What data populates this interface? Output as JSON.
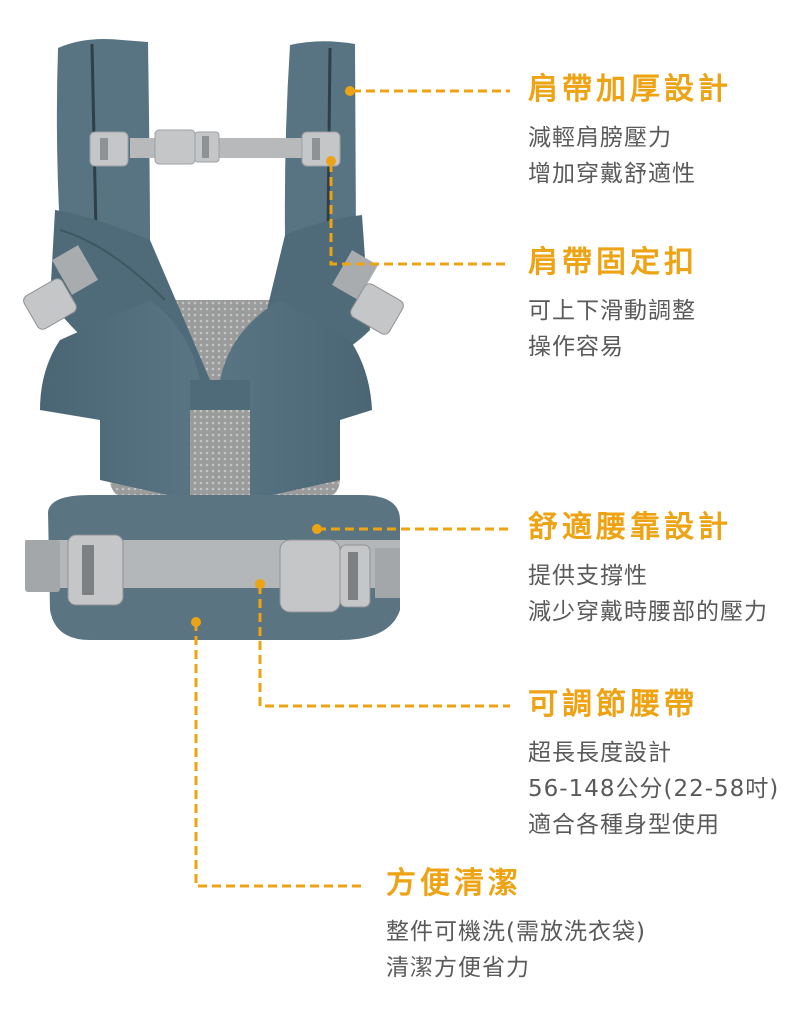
{
  "accent_color": "#eda313",
  "text_color": "#5a5a5a",
  "product": {
    "name": "baby-carrier",
    "fabric_color": "#4f6a78",
    "strap_color": "#b4b7ba"
  },
  "features": [
    {
      "title": "肩帶加厚設計",
      "lines": [
        "減輕肩膀壓力",
        "增加穿戴舒適性"
      ]
    },
    {
      "title": "肩帶固定扣",
      "lines": [
        "可上下滑動調整",
        "操作容易"
      ]
    },
    {
      "title": "舒適腰靠設計",
      "lines": [
        "提供支撐性",
        "減少穿戴時腰部的壓力"
      ]
    },
    {
      "title": "可調節腰帶",
      "lines": [
        "超長長度設計",
        "56-148公分(22-58吋)",
        "適合各種身型使用"
      ]
    },
    {
      "title": "方便清潔",
      "lines": [
        "整件可機洗(需放洗衣袋)",
        "清潔方便省力"
      ]
    }
  ]
}
